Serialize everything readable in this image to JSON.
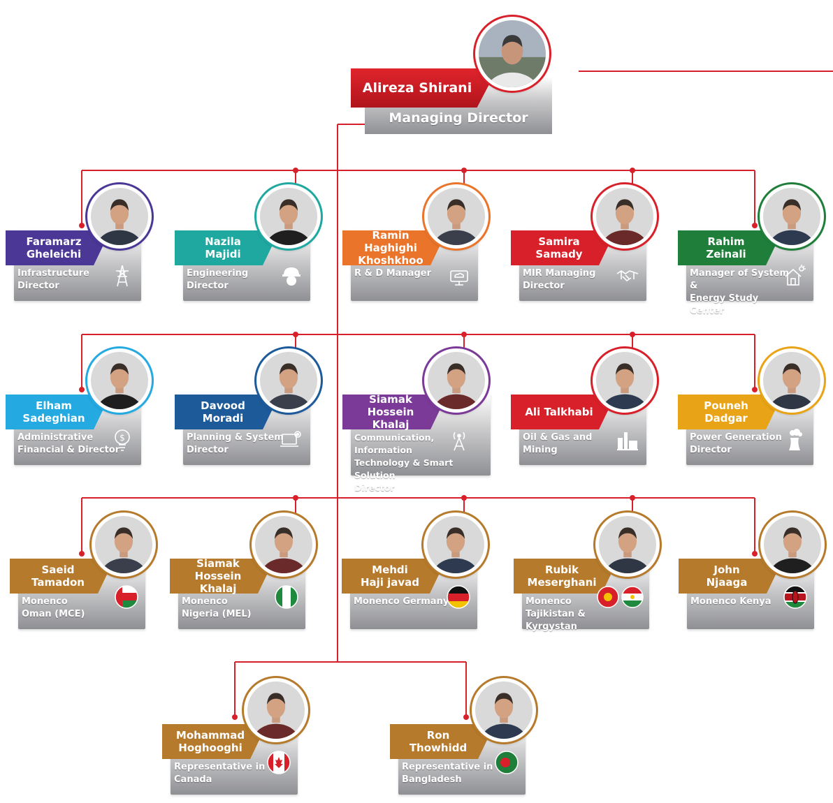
{
  "line_color": "#d8202a",
  "head": {
    "name": "Alireza Shirani",
    "role": "Managing Director",
    "color": "#d8202a"
  },
  "rows": [
    [
      {
        "name": "Faramarz\nGheleichi",
        "role": "Infrastructure\nDirector",
        "color": "#4b3796",
        "icon": "power-tower-icon"
      },
      {
        "name": "Nazila\nMajidi",
        "role": "Engineering\nDirector",
        "color": "#1fa8a0",
        "icon": "engineer-helmet-icon"
      },
      {
        "name": "Ramin Haghighi\nKhoshkhoo",
        "role": "R & D Manager",
        "color": "#e9742a",
        "icon": "cloud-monitor-icon"
      },
      {
        "name": "Samira\nSamady",
        "role": "MIR Managing\nDirector",
        "color": "#d8202a",
        "icon": "handshake-icon"
      },
      {
        "name": "Rahim\nZeinali",
        "role": "Manager of System &\nEnergy Study Center",
        "color": "#1f7f3a",
        "icon": "solar-house-icon"
      }
    ],
    [
      {
        "name": "Elham\nSadeghian",
        "role": "Administrative\nFinancial &  Director",
        "color": "#24a9e1",
        "icon": "lightbulb-dollar-icon"
      },
      {
        "name": "Davood\nMoradi",
        "role": "Planning & System\nDirector",
        "color": "#1d5a9a",
        "icon": "laptop-gear-icon"
      },
      {
        "name": "Siamak Hossein\nKhalaj",
        "role": "Communication, Information\nTechnology & Smart Solution\nDirector",
        "color": "#7b3a98",
        "icon": "antenna-icon"
      },
      {
        "name": "Ali Talkhabi",
        "role": "Oil & Gas and\nMining",
        "color": "#d8202a",
        "icon": "refinery-icon"
      },
      {
        "name": "Pouneh\nDadgar",
        "role": "Power Generation\nDirector",
        "color": "#e8a317",
        "icon": "cooling-tower-icon"
      }
    ],
    [
      {
        "name": "Saeid\nTamadon",
        "role": "Monenco\nOman (MCE)",
        "color": "#b57a2b",
        "icon": "oman-flag-icon"
      },
      {
        "name": "Siamak Hossein\nKhalaj",
        "role": "Monenco\nNigeria (MEL)",
        "color": "#b57a2b",
        "icon": "nigeria-flag-icon"
      },
      {
        "name": "Mehdi\nHaji javad",
        "role": "Monenco Germany",
        "color": "#b57a2b",
        "icon": "germany-flag-icon"
      },
      {
        "name": "Rubik\nMeserghani",
        "role": "Monenco\nTajikistan & Kyrgystan",
        "color": "#b57a2b",
        "icon": "kyrgyzstan-tajikistan-flags-icon"
      },
      {
        "name": "John\nNjaaga",
        "role": "Monenco Kenya",
        "color": "#b57a2b",
        "icon": "kenya-flag-icon"
      }
    ],
    [
      {
        "name": "Mohammad\nHoghooghi",
        "role": "Representative in\nCanada",
        "color": "#b57a2b",
        "icon": "canada-flag-icon"
      },
      {
        "name": "Ron\nThowhidd",
        "role": "Representative in\nBangladesh",
        "color": "#b57a2b",
        "icon": "bangladesh-flag-icon"
      }
    ]
  ]
}
